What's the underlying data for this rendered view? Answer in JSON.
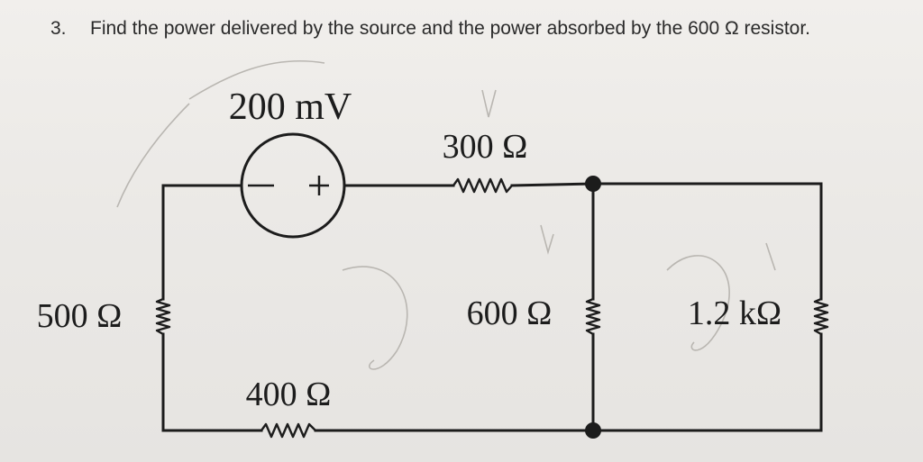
{
  "question": {
    "number": "3.",
    "text": "Find the power delivered by the source and the power absorbed by the 600 Ω resistor."
  },
  "circuit": {
    "source": {
      "label": "200 mV",
      "minus": "–",
      "plus": "+"
    },
    "resistors": {
      "r300": "300 Ω",
      "r500": "500 Ω",
      "r400": "400 Ω",
      "r600": "600 Ω",
      "r1200": "1.2 kΩ"
    }
  },
  "colors": {
    "ink": "#1c1c1c",
    "pencil": "#b9b6b1",
    "paper": "#ebe9e6"
  }
}
